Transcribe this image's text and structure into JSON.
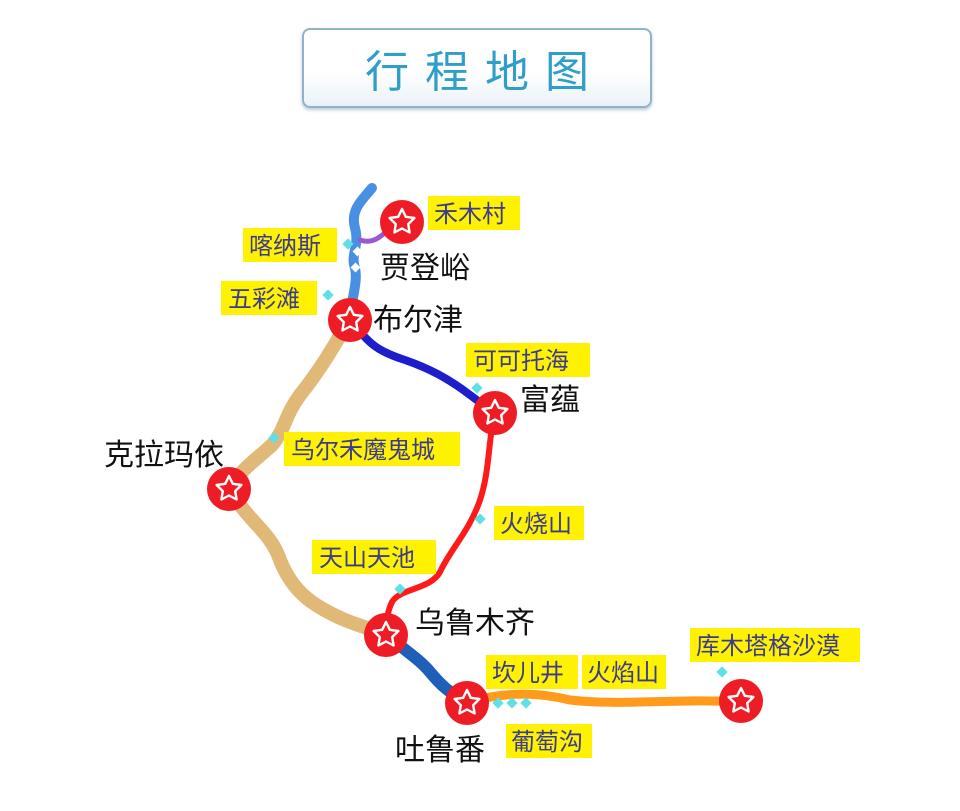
{
  "title": "行程地图",
  "colors": {
    "star_fill": "#ee1c24",
    "label_bg": "#fff200",
    "marker": "#5fe0e6",
    "title_text": "#2f9ec9"
  },
  "cities": [
    "贾登峪",
    "布尔津",
    "富蕴",
    "克拉玛依",
    "乌鲁木齐",
    "吐鲁番"
  ],
  "spots": [
    "禾木村",
    "喀纳斯",
    "五彩滩",
    "可可托海",
    "乌尔禾魔鬼城",
    "火烧山",
    "天山天池",
    "坎儿井",
    "火焰山",
    "库木塔格沙漠",
    "葡萄沟"
  ]
}
